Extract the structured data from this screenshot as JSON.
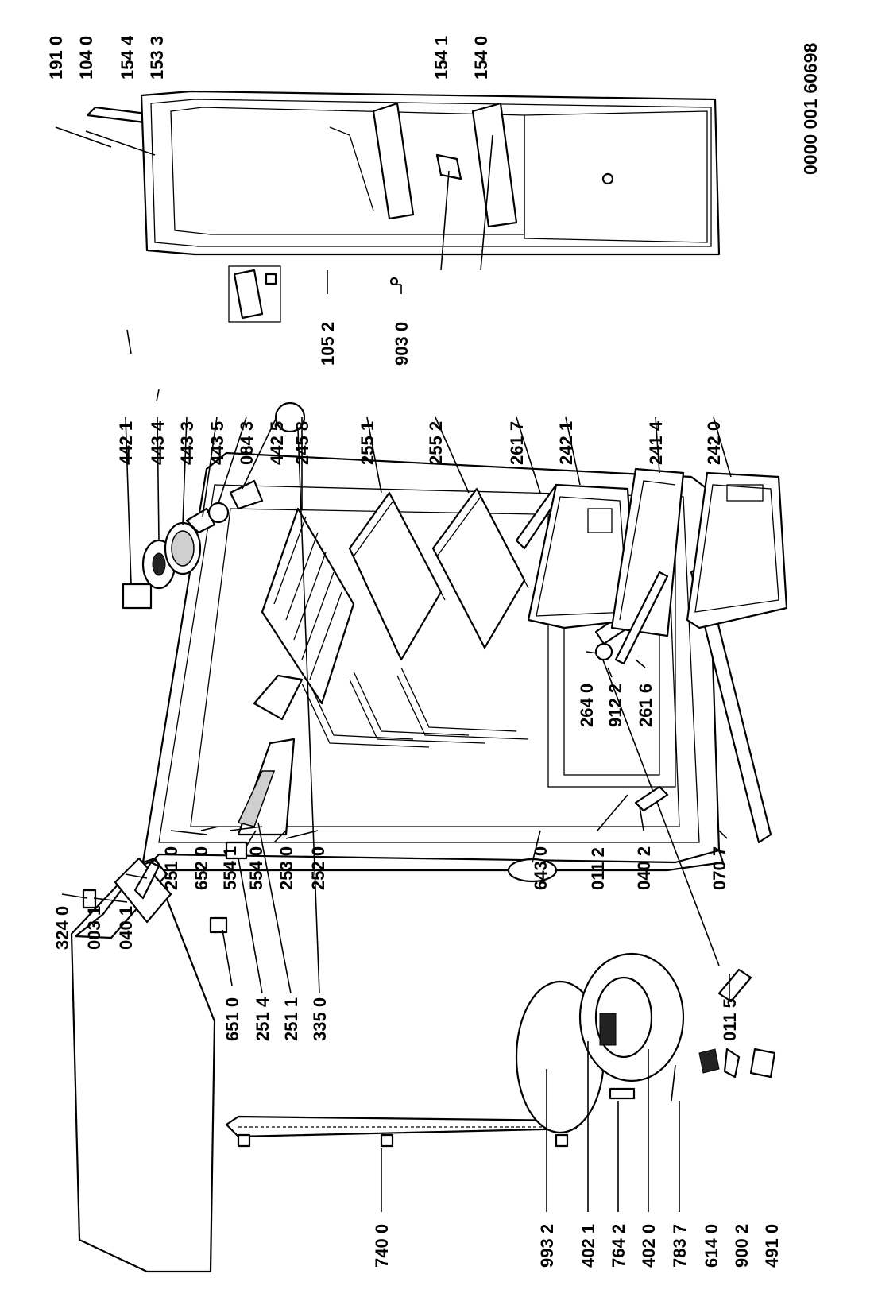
{
  "reference_number": "0000 001 60698",
  "part_labels": [
    {
      "id": "a",
      "text": "740 0"
    },
    {
      "id": "b",
      "text": "993 2"
    },
    {
      "id": "c",
      "text": "402 1"
    },
    {
      "id": "d",
      "text": "764 2"
    },
    {
      "id": "e",
      "text": "402 0"
    },
    {
      "id": "f",
      "text": "783 7"
    },
    {
      "id": "g",
      "text": "614 0"
    },
    {
      "id": "h",
      "text": "900 2"
    },
    {
      "id": "i",
      "text": "491 0"
    },
    {
      "id": "j",
      "text": "651 0"
    },
    {
      "id": "k",
      "text": "251 4"
    },
    {
      "id": "l",
      "text": "251 1"
    },
    {
      "id": "m",
      "text": "335 0"
    },
    {
      "id": "n",
      "text": "011 5"
    },
    {
      "id": "o",
      "text": "324 0"
    },
    {
      "id": "p",
      "text": "003 1"
    },
    {
      "id": "q",
      "text": "040 1"
    },
    {
      "id": "r",
      "text": "251 0"
    },
    {
      "id": "s",
      "text": "652 0"
    },
    {
      "id": "t",
      "text": "554 1"
    },
    {
      "id": "u",
      "text": "554 0"
    },
    {
      "id": "v",
      "text": "253 0"
    },
    {
      "id": "w",
      "text": "252 0"
    },
    {
      "id": "x",
      "text": "643 0"
    },
    {
      "id": "y",
      "text": "011 2"
    },
    {
      "id": "z",
      "text": "040 2"
    },
    {
      "id": "aa",
      "text": "070 7"
    },
    {
      "id": "ab",
      "text": "442 1"
    },
    {
      "id": "ac",
      "text": "443 4"
    },
    {
      "id": "ad",
      "text": "443 3"
    },
    {
      "id": "ae",
      "text": "443 5"
    },
    {
      "id": "af",
      "text": "084 3"
    },
    {
      "id": "ag",
      "text": "442 5"
    },
    {
      "id": "ah",
      "text": "245 8"
    },
    {
      "id": "ai",
      "text": "255 1"
    },
    {
      "id": "aj",
      "text": "255 2"
    },
    {
      "id": "ak",
      "text": "261 7"
    },
    {
      "id": "al",
      "text": "242 1"
    },
    {
      "id": "am",
      "text": "241 4"
    },
    {
      "id": "an",
      "text": "242 0"
    },
    {
      "id": "ao",
      "text": "264 0"
    },
    {
      "id": "ap",
      "text": "912 2"
    },
    {
      "id": "aq",
      "text": "261 6"
    },
    {
      "id": "ar",
      "text": "105 2"
    },
    {
      "id": "as",
      "text": "903 0"
    },
    {
      "id": "at",
      "text": "191 0"
    },
    {
      "id": "au",
      "text": "104 0"
    },
    {
      "id": "av",
      "text": "154 4"
    },
    {
      "id": "aw",
      "text": "153 3"
    },
    {
      "id": "ax",
      "text": "154 1"
    },
    {
      "id": "ay",
      "text": "154 0"
    }
  ]
}
